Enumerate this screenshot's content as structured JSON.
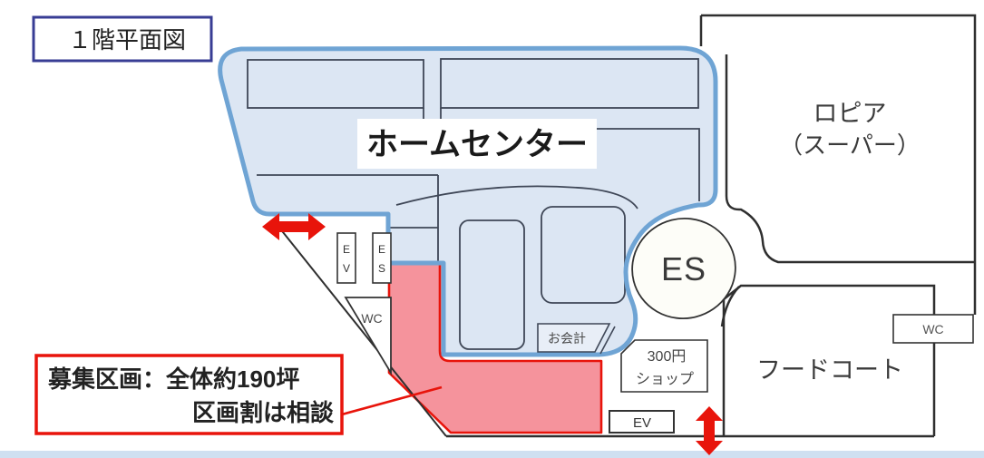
{
  "title_box": {
    "label": "１階平面図"
  },
  "areas": {
    "home_center": {
      "label": "ホームセンター"
    },
    "lopia": {
      "line1": "ロピア",
      "line2": "（スーパー）"
    },
    "food_court": {
      "label": "フードコート"
    },
    "escalator_rotunda": {
      "label": "ES"
    },
    "shop300": {
      "line1": "300円",
      "line2": "ショップ"
    },
    "checkout": {
      "label": "お会計"
    },
    "elevator_small": {
      "line1": "E",
      "line2": "V"
    },
    "escalator_small": {
      "line1": "E",
      "line2": "S"
    },
    "wc_left": {
      "label": "WC"
    },
    "wc_right": {
      "label": "WC"
    },
    "elevator_bottom": {
      "label": "EV"
    }
  },
  "callout": {
    "line1": "募集区画：全体約190坪",
    "line2": "区画割は相談"
  },
  "colors": {
    "blue_outline": "#6fa4d4",
    "blue_fill": "#dce6f3",
    "inner_line": "#3f4757",
    "wall": "#2f2f2f",
    "red_accent": "#e8140b",
    "red_fill": "#f5939c",
    "title_border": "#383d94",
    "bottom_strip": "#cfe0f1"
  }
}
